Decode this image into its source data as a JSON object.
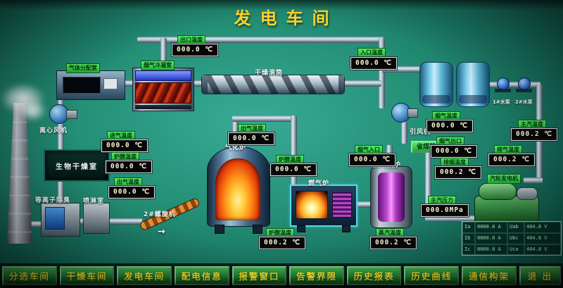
{
  "title": "发电车间",
  "equipment_labels": {
    "gas_distribution": "气体分配室",
    "flue_condenser": "烟气冷凝室",
    "drying_drum": "干燥滚筒",
    "centrifugal_fan": "离心风机",
    "bio_drying_room": "生物干燥室",
    "plasma_deodor": "等离子除臭",
    "spray_room": "喷淋室",
    "screw_conveyor": "2#螺旋机",
    "gasifier": "气化炉",
    "gas_furnace": "燃气炉",
    "steam_boiler": "蒸汽锅炉",
    "economizer": "省煤器",
    "induced_fan": "引风机",
    "pump_1": "1#水泵",
    "pump_2": "2#水泵",
    "turbine_generator": "汽轮发电机"
  },
  "readouts": [
    {
      "id": "outlet_temp_top",
      "label": "出口温度",
      "value": "000.0 ℃"
    },
    {
      "id": "inlet_temp_top",
      "label": "入口温度",
      "value": "000.0 ℃"
    },
    {
      "id": "dryer_inlet_temp",
      "label": "进气温度",
      "value": "000.0 ℃"
    },
    {
      "id": "dryer_hearth_temp",
      "label": "炉膛温度",
      "value": "000.0 ℃"
    },
    {
      "id": "dryer_outlet_temp",
      "label": "出气温度",
      "value": "000.0 ℃"
    },
    {
      "id": "gasifier_outlet_temp",
      "label": "出气温度",
      "value": "000.0 ℃"
    },
    {
      "id": "gasifier_hearth_temp",
      "label": "炉膛温度",
      "value": "000.0 ℃"
    },
    {
      "id": "boiler_flue_inlet",
      "label": "烟气入口",
      "value": "000.0 ℃"
    },
    {
      "id": "econ_flue_temp",
      "label": "烟气温度",
      "value": "000.0 ℃"
    },
    {
      "id": "econ_flue_outlet",
      "label": "烟气出口",
      "value": "000.0 ℃"
    },
    {
      "id": "econ_exhaust_temp",
      "label": "排烟温度",
      "value": "000.2 ℃"
    },
    {
      "id": "main_steam_temp",
      "label": "主汽温度",
      "value": "000.2 ℃"
    },
    {
      "id": "exhaust_steam_temp",
      "label": "排气温度",
      "value": "000.2 ℃"
    },
    {
      "id": "main_steam_pressure",
      "label": "主汽压力",
      "value": "000.0MPa"
    },
    {
      "id": "furnace_hearth_temp",
      "label": "炉膛温度",
      "value": "000.2 ℃"
    },
    {
      "id": "boiler_steam_temp",
      "label": "蒸汽温度",
      "value": "000.2 ℃"
    }
  ],
  "generator_panel": {
    "cells": [
      "Ia",
      "0000.0 A",
      "Uab",
      "404.8 V",
      "Ib",
      "0000.0 A",
      "Ubc",
      "404.8 V",
      "Ic",
      "0000.0 A",
      "Uca",
      "404.8 V"
    ]
  },
  "misc": {
    "screw_arrow": "→"
  },
  "menu": {
    "items": [
      "分选车间",
      "干燥车间",
      "发电车间",
      "配电信息",
      "报警窗口",
      "告警界限",
      "历史报表",
      "历史曲线",
      "通信构架",
      "退 出"
    ]
  },
  "colors": {
    "background_teal": "#249076",
    "label_green": "#2fe04e",
    "title_yellow": "#ffd42a",
    "button_text_yellow": "#ffec2e",
    "readout_bg": "#060606"
  }
}
